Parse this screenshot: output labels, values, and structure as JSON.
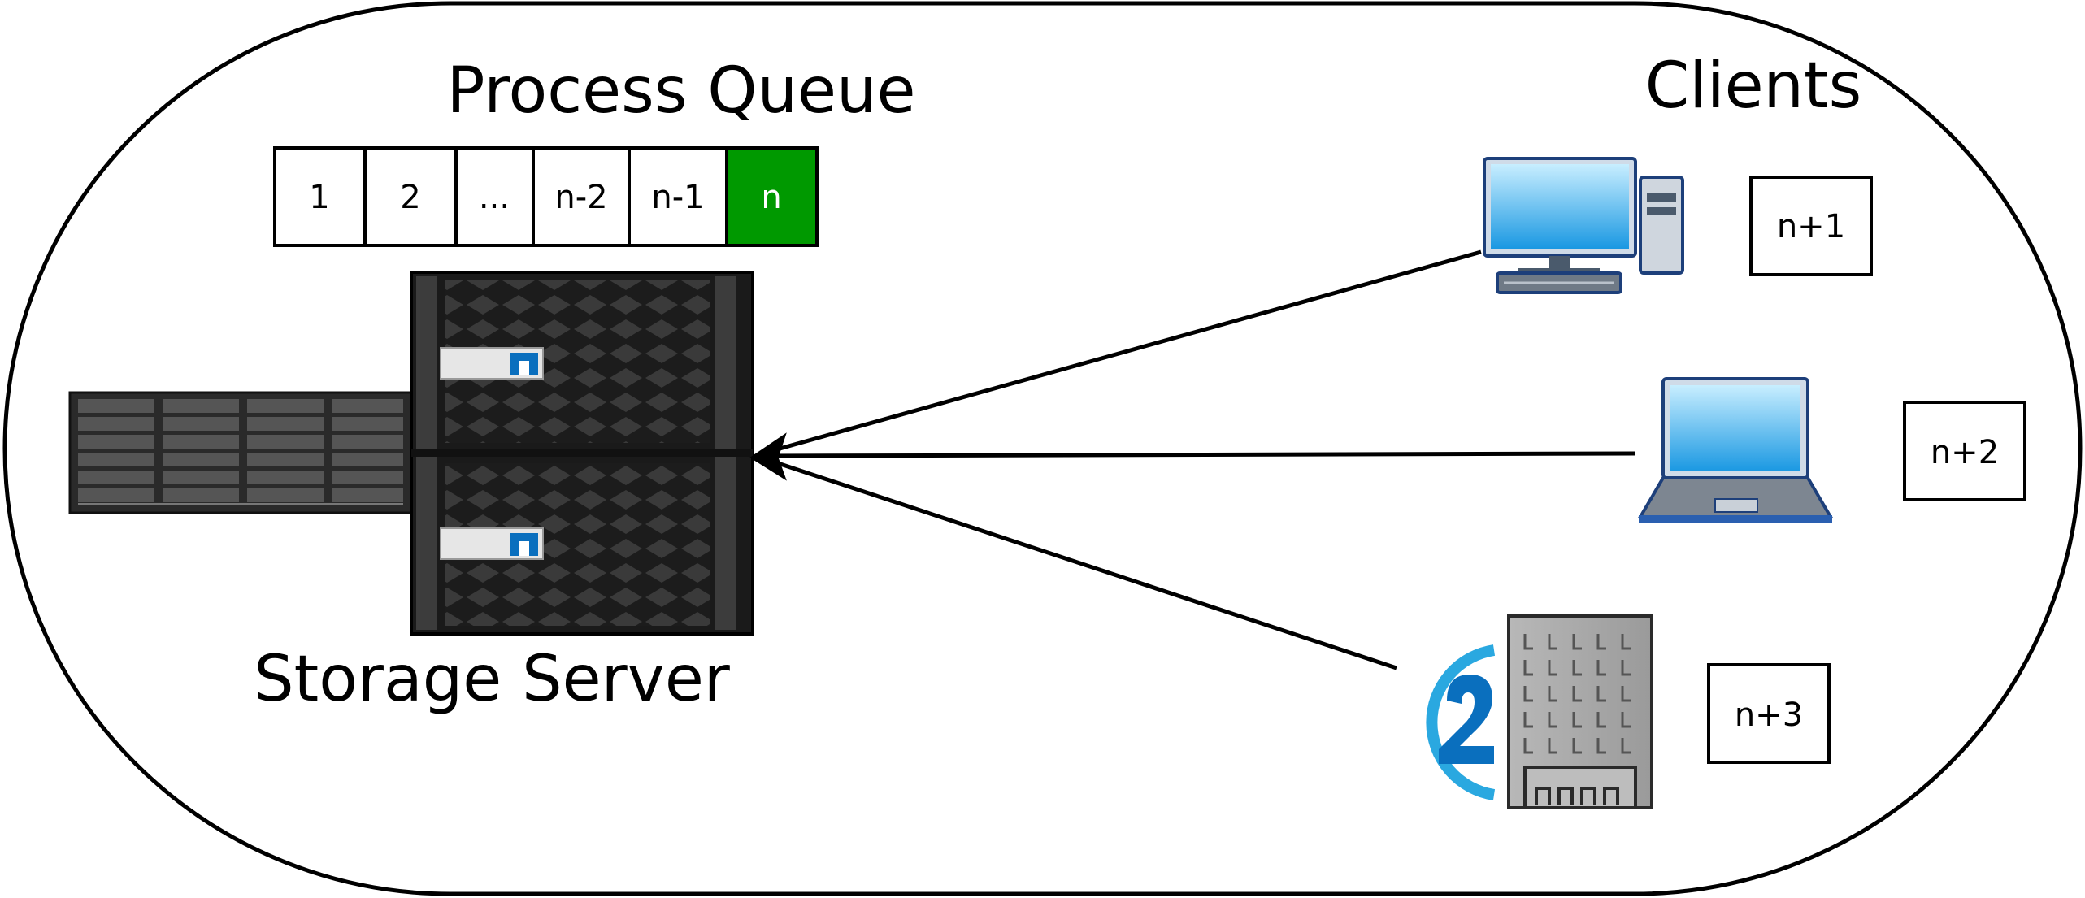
{
  "diagram": {
    "queue_title": "Process Queue",
    "clients_title": "Clients",
    "server_label": "Storage Server",
    "queue": [
      "1",
      "2",
      "...",
      "n-2",
      "n-1",
      "n"
    ],
    "clients": [
      {
        "label": "n+1",
        "icon": "desktop-computer-icon"
      },
      {
        "label": "n+2",
        "icon": "laptop-icon"
      },
      {
        "label": "n+3",
        "icon": "office-building-icon"
      }
    ],
    "colors": {
      "active_queue_slot": "#009900",
      "screen_blue": "#1aa0e8",
      "brand_blue": "#0a6fbe",
      "cloud_blue": "#2aa8e0"
    }
  }
}
